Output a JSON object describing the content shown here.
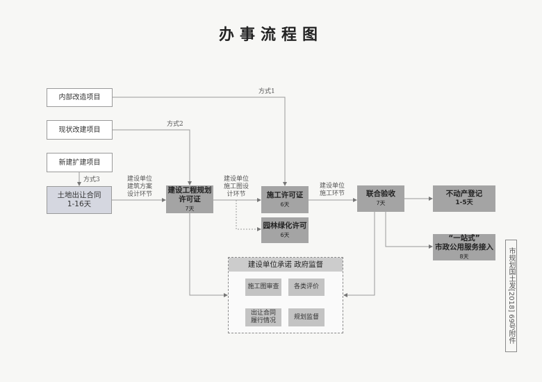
{
  "title": "办事流程图",
  "projects": {
    "internal": "内部改造项目",
    "existing": "现状改建项目",
    "new": "新建扩建项目"
  },
  "modes": {
    "mode1": "方式1",
    "mode2": "方式2",
    "mode3": "方式3"
  },
  "steps": {
    "land": {
      "name": "土地出让合同",
      "days": "1-16天"
    },
    "planning": {
      "name": "建设工程规划许可证",
      "days": "7天"
    },
    "construction": {
      "name": "施工许可证",
      "days": "6天"
    },
    "landscape": {
      "name": "园林绿化许可",
      "days": "6天"
    },
    "acceptance": {
      "name": "联合验收",
      "days": "7天"
    },
    "realestate": {
      "name": "不动产登记",
      "days": "1-5天"
    },
    "utility": {
      "name1": "“一站式”",
      "name2": "市政公用服务接入",
      "days": "8天"
    }
  },
  "edge_labels": {
    "scheme": [
      "建设单位",
      "建筑方案",
      "设计环节"
    ],
    "drawing": [
      "建设单位",
      "施工图设",
      "计环节"
    ],
    "build": [
      "建设单位",
      "施工环节"
    ]
  },
  "promise": {
    "title": "建设单位承诺  政府监督",
    "items": [
      "施工图审查",
      "各类评价",
      "出让合同履行情况",
      "规划监督"
    ]
  },
  "stamp": "市规划国土发[2018] 69号附件"
}
